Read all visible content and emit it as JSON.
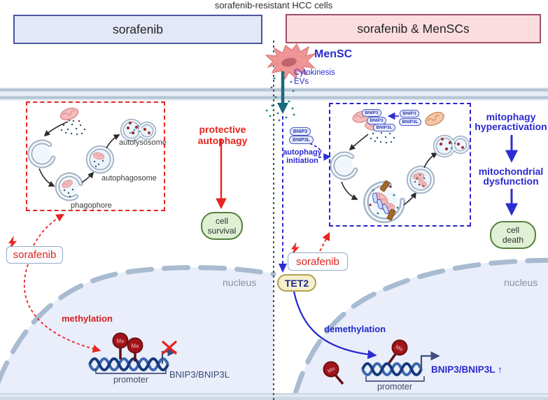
{
  "title": "sorafenib-resistant HCC cells",
  "left": {
    "header": "sorafenib",
    "protective_autophagy": "protective autophagy",
    "cell_survival": [
      "cell",
      "survival"
    ],
    "sorafenib_chip": "sorafenib",
    "methylation": "methylation",
    "promoter": "promoter",
    "gene": "BNIP3/BNIP3L",
    "nucleus": "nucleus",
    "me": "Me",
    "stages": {
      "autolysosome": "autolysosome",
      "autophagosome": "autophagosome",
      "phagophore": "phagophore"
    }
  },
  "right": {
    "header": "sorafenib & MenSCs",
    "mensc": "MenSC",
    "cytokinesis": "Cytokinesis",
    "evs": "EVs",
    "bnip3": "BNIP3",
    "bnip3l": "BNIP3L",
    "autophagy_initiation": [
      "autophagy",
      "initiation"
    ],
    "mitophagy": [
      "mitophagy",
      "hyperactivation"
    ],
    "dysfunction": [
      "mitochondrial",
      "dysfunction"
    ],
    "cell_death": [
      "cell",
      "death"
    ],
    "sorafenib_chip": "sorafenib",
    "tet2": "TET2",
    "demethylation": "demethylation",
    "promoter": "promoter",
    "gene": "BNIP3/BNIP3L ↑",
    "nucleus": "nucleus",
    "me": "Me"
  },
  "colors": {
    "red_accent": "#e3241d",
    "blue_accent": "#2a2ad0",
    "teal": "#1a6b7c",
    "green_fill": "#dff0d5",
    "green_border": "#55803c",
    "left_header_fill": "#e3e7f7",
    "left_header_border": "#4a55a0",
    "right_header_fill": "#fbdde0",
    "right_header_border": "#a24e66",
    "nucleus_fill": "#e9eefa",
    "membrane": "#b6c5d4"
  }
}
